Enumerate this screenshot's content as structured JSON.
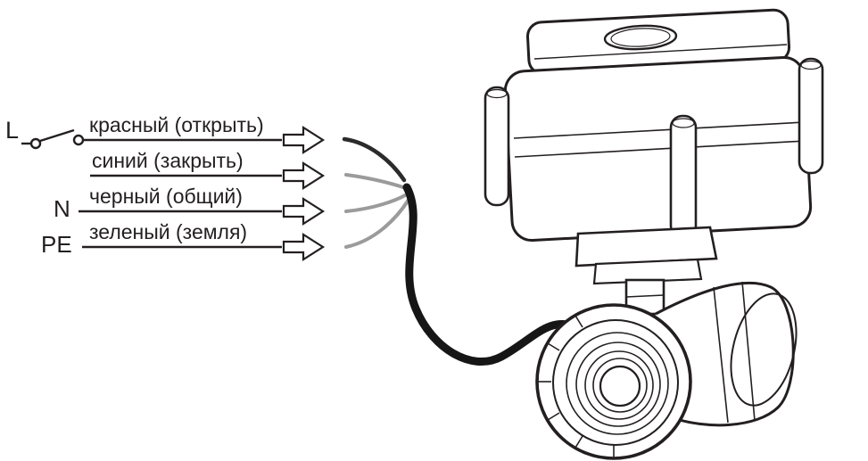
{
  "diagram": {
    "title": "motorized-valve-wiring-diagram",
    "terminals": {
      "L": "L",
      "N": "N",
      "PE": "PE"
    },
    "wires": [
      {
        "id": "red",
        "label": "красный (открыть)"
      },
      {
        "id": "blue",
        "label": "синий (закрыть)"
      },
      {
        "id": "black",
        "label": "черный (общий)"
      },
      {
        "id": "green",
        "label": "зеленый (земля)"
      }
    ],
    "icons": {
      "flow_arrow": "right-block-arrow",
      "switch": "spst-switch-symbol"
    },
    "colors": {
      "ink": "#231f20",
      "wire_gray": "#9b9b9b",
      "cable_black": "#161616",
      "background": "#ffffff"
    }
  }
}
